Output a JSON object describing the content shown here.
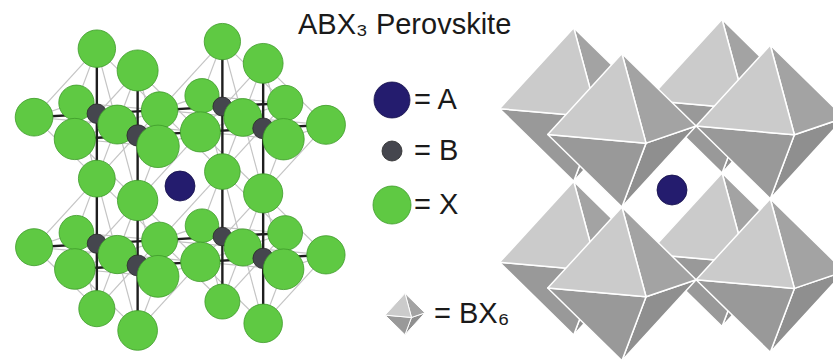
{
  "diagram": {
    "title": "ABX₃ Perovskite",
    "legend": [
      {
        "text": "= A",
        "color": "#241c6e"
      },
      {
        "text": "= B",
        "color": "#45464e"
      },
      {
        "text": "= X",
        "color": "#5fc943"
      },
      {
        "text": "= BX₆"
      }
    ]
  }
}
